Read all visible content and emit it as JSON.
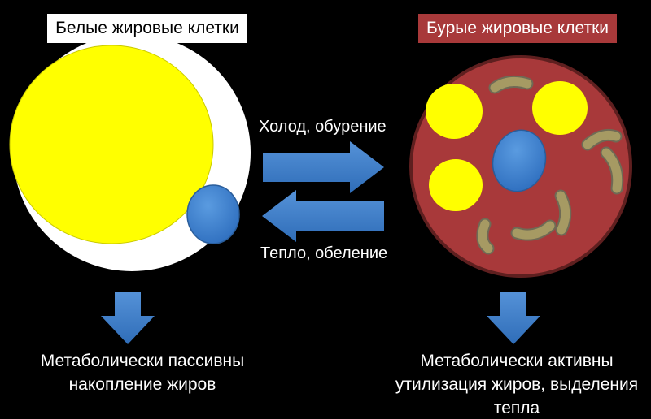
{
  "left": {
    "title": "Белые жировые клетки",
    "caption_line1": "Метаболически пассивны",
    "caption_line2": "накопление жиров"
  },
  "right": {
    "title": "Бурые жировые клетки",
    "caption_line1": "Метаболически активны",
    "caption_line2": "утилизация жиров, выделения",
    "caption_line3": "тепла"
  },
  "arrows": {
    "forward_label": "Холод, обурение",
    "backward_label": "Тепло, обеление"
  },
  "colors": {
    "background": "#000000",
    "white_cell": "#ffffff",
    "lipid": "#ffff00",
    "nucleus": "#3f86cd",
    "brown_cell": "#a8393a",
    "mitochondria": "#9a8a55",
    "arrow": "#3a7bc8"
  }
}
